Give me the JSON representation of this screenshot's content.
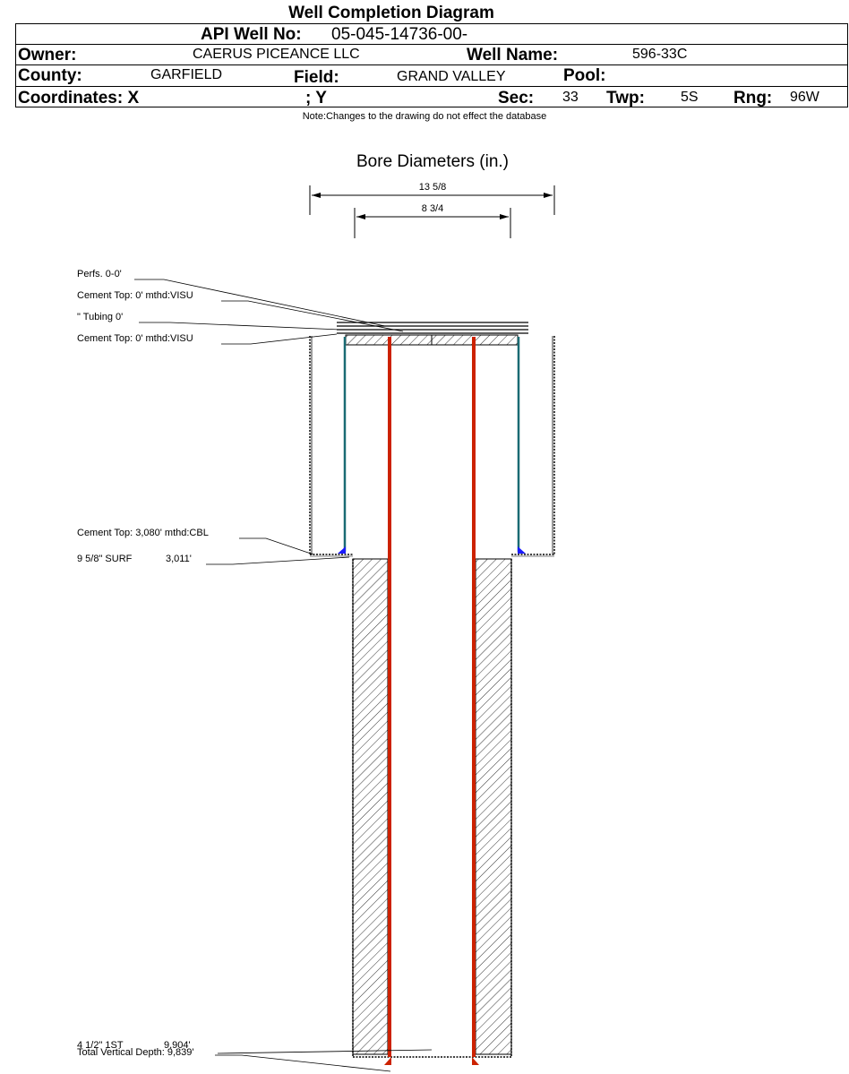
{
  "header": {
    "title": "Well Completion Diagram",
    "api_label": "API Well No:",
    "api_value": "05-045-14736-00-",
    "owner_label": "Owner:",
    "owner_value": "CAERUS PICEANCE LLC",
    "well_name_label": "Well Name:",
    "well_name_value": "596-33C",
    "county_label": "County:",
    "county_value": "GARFIELD",
    "field_label": "Field:",
    "field_value": "GRAND VALLEY",
    "pool_label": "Pool:",
    "pool_value": "",
    "coords_label": "Coordinates: X",
    "y_label": "; Y",
    "sec_label": "Sec:",
    "sec_value": "33",
    "twp_label": "Twp:",
    "twp_value": "5S",
    "rng_label": "Rng:",
    "rng_value": "96W"
  },
  "note": "Note:Changes to the drawing do not effect the database",
  "diagram": {
    "bore_title": "Bore Diameters (in.)",
    "bore_outer": "13 5/8",
    "bore_inner": "8 3/4",
    "callouts": {
      "perfs": "Perfs. 0-0'",
      "cement_top_1": "Cement Top: 0' mthd:VISU",
      "tubing": "\" Tubing 0'",
      "cement_top_2": "Cement Top: 0' mthd:VISU",
      "cement_top_3": "Cement Top: 3,080' mthd:CBL",
      "surf_casing": "9 5/8\" SURF",
      "surf_depth": "3,011'",
      "prod_casing": "4 1/2\" 1ST",
      "prod_depth": "9,904'",
      "tvd": "Total Vertical Depth: 9,839'"
    },
    "colors": {
      "production_casing": "#cc2200",
      "surface_casing": "#1a6b73",
      "shoe": "#1a1aff",
      "hatch": "#000000"
    }
  }
}
